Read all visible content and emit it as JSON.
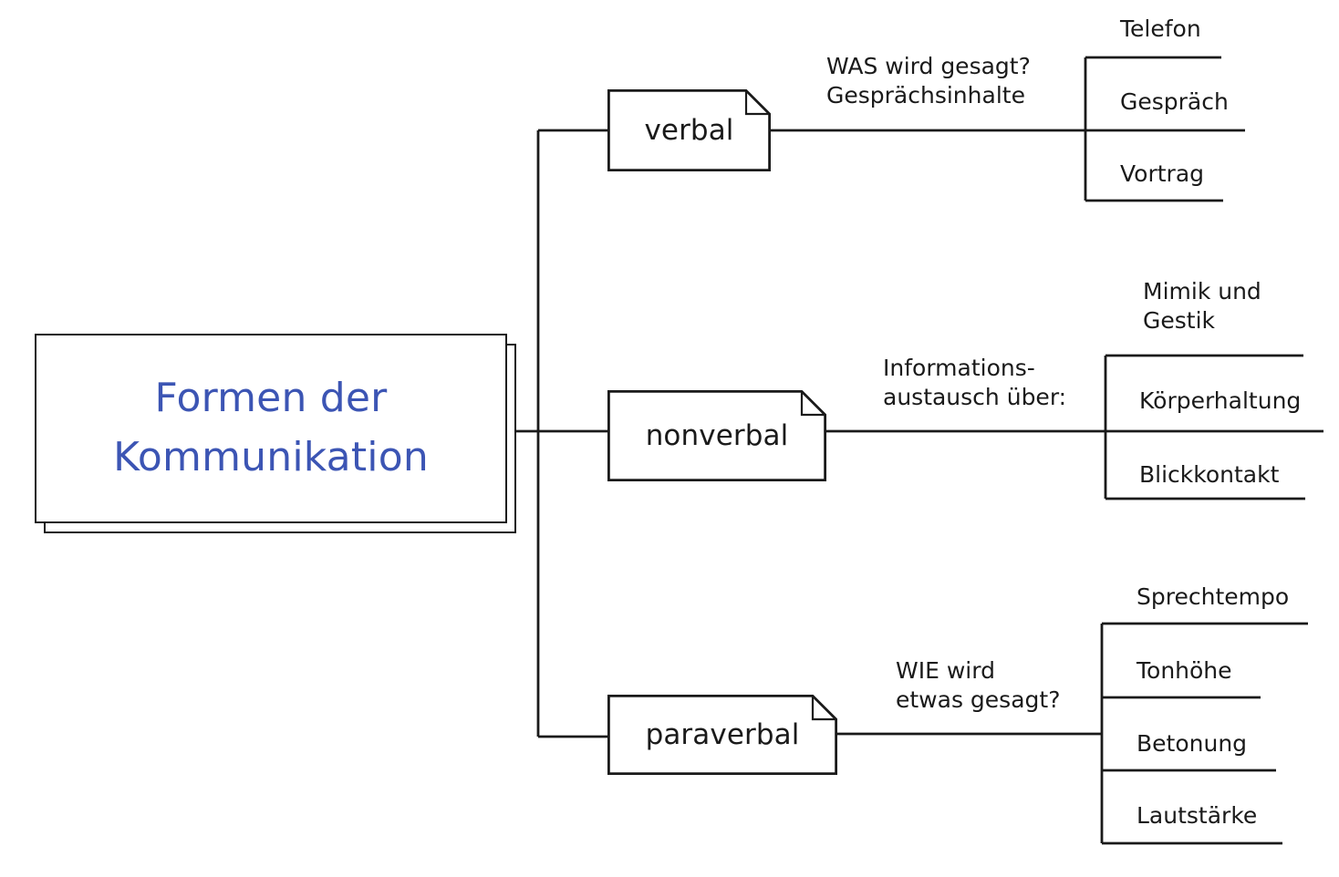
{
  "diagram": {
    "title": "Formen der Kommunikation",
    "accent_color": "#3c55b4",
    "line_color": "#1a1a1a",
    "root": {
      "label": "Formen der\nKommunikation"
    },
    "branches": [
      {
        "node_label": "verbal",
        "edge_caption": "WAS wird gesagt?\nGesprächsinhalte",
        "leaves": [
          "Telefon",
          "Gespräch",
          "Vortrag"
        ]
      },
      {
        "node_label": "nonverbal",
        "edge_caption": "Informations-\naustausch über:",
        "leaves": [
          "Mimik und\nGestik",
          "Körperhaltung",
          "Blickkontakt"
        ]
      },
      {
        "node_label": "paraverbal",
        "edge_caption": "WIE wird\netwas gesagt?",
        "leaves": [
          "Sprechtempo",
          "Tonhöhe",
          "Betonung",
          "Lautstärke"
        ]
      }
    ]
  }
}
